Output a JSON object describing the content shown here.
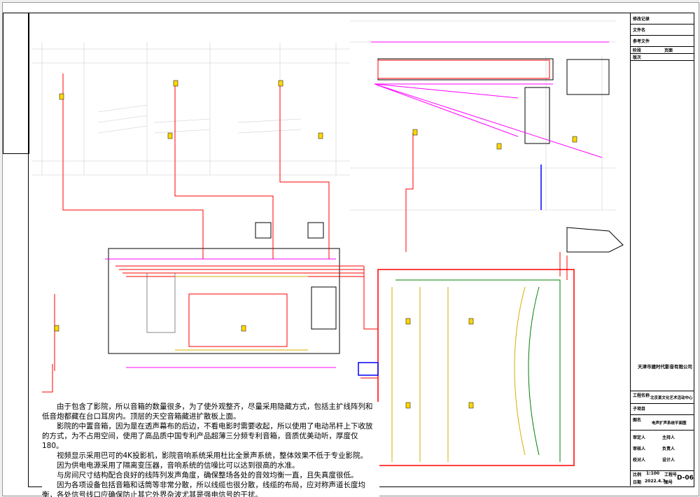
{
  "notes": [
    "由于包含了影院，所以音箱的数量很多，为了使外观整齐，尽量采用隐藏方式，包括主扩线阵列和低音炮都藏在台口耳房内。顶层的天空音箱藏进扩散板上面。",
    "影院的中置音箱，因为是在透声幕布的后边，不看电影时需要收起，所以使用了电动吊杆上下收放的方式，为不占用空间，使用了高品质中国专利产品超薄三分频专利音箱，音质优美动听，厚度仅180。",
    "视频显示采用巴可的4K投影机，影院音响系统采用杜比全景声系统，整体效果不低于专业影院。",
    "因为供电电源采用了隔离变压器，音响系统的信噪比可以达到很高的水准。",
    "与房间尺寸结构配合良好的线阵列发声角度，确保整场各处的音效均衡一直，且失真度很低。",
    "因为各项设备包括音箱和话筒等非常分散，所以线缆也很分散，线缆的布局，应对称声道长度均衡，各处信号线口应确保防止其它外界杂波尤其是强电信号的干扰。"
  ],
  "title_block": {
    "revision": "修改记录",
    "file_name": "文件名",
    "reference": "参考文件",
    "stage": "阶段",
    "page": "页面",
    "version": "版次",
    "company": "天津市建时代影音有限公司",
    "project_label": "工程名称",
    "project": "北京某文化艺术活动中心",
    "subitem_label": "子项目",
    "drawing_label": "图名",
    "drawing": "电声扩声系统平面图",
    "roles": [
      "审定人",
      "主持人",
      "审核人",
      "负责人",
      "校对人",
      "设计人"
    ],
    "scale_label": "比例",
    "scale": "1:100",
    "job_label": "工程号",
    "date_label": "日期",
    "date": "2022.4.7",
    "drawing_no_label": "图号",
    "drawing_no": "D-06"
  },
  "colors": {
    "red": "#ff0000",
    "magenta": "#ff00ff",
    "yellow": "#ffd700",
    "green": "#008000",
    "blue": "#0000ff"
  }
}
